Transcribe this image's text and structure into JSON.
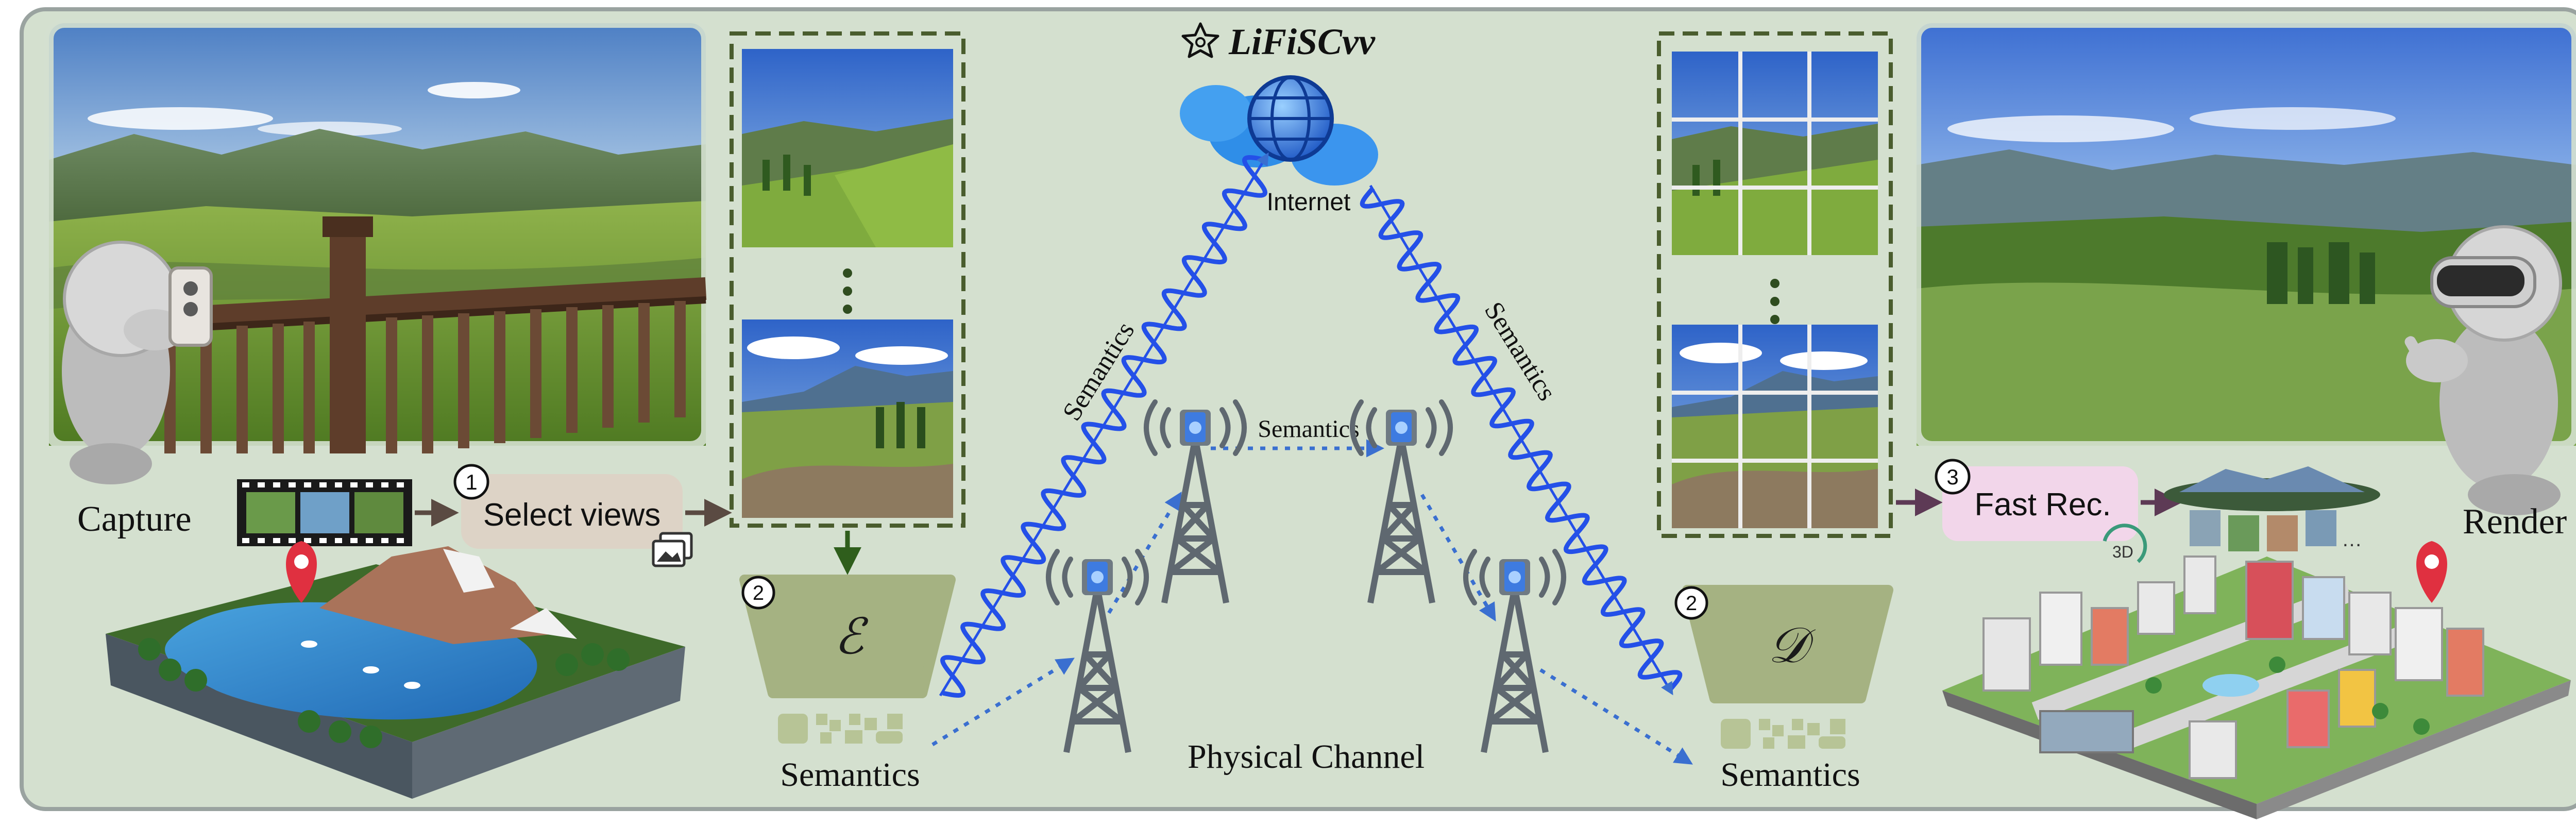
{
  "title": "LiFiSCvv",
  "colors": {
    "panel": "#d4e0cf",
    "dash_green": "#4a5d2e",
    "codec": "#a5b282",
    "wave_blue": "#2450e8",
    "link_blue": "#3a6fd0",
    "select_box": "#ddd3c6",
    "fast_box": "#f2d6ea",
    "arrow_dark": "#5d3a55"
  },
  "labels": {
    "capture": "Capture",
    "render": "Render",
    "select_views": "Select views",
    "fast_rec": "Fast Rec.",
    "internet": "Internet",
    "semantics_left_wave": "Semantics",
    "semantics_right_wave": "Semantics",
    "semantics_top_link": "Semantics",
    "semantics_left_bottom": "Semantics",
    "semantics_right_bottom": "Semantics",
    "physical_channel": "Physical Channel",
    "encoder": "ℰ",
    "decoder": "𝒟",
    "step1": "1",
    "step2_left": "2",
    "step2_right": "2",
    "step3": "3",
    "badge_3d": "3D"
  },
  "icons": [
    "star-icon",
    "globe-cloud-icon",
    "person-phone-icon",
    "person-vr-icon",
    "film-strip-icon",
    "gallery-icon",
    "map-pin-icon",
    "cell-tower-icon",
    "island-illustration",
    "city-illustration",
    "3d-rotate-icon"
  ]
}
